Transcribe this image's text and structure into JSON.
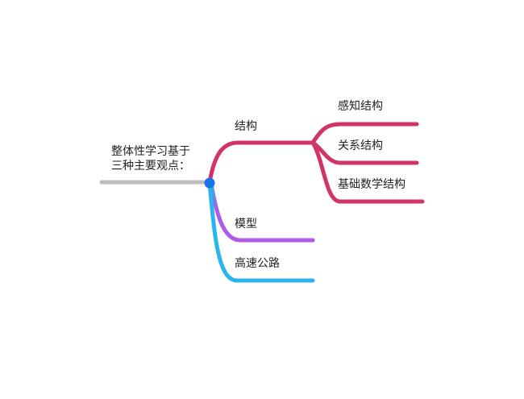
{
  "mindmap": {
    "root": {
      "line1": "整体性学习基于",
      "line2": "三种主要观点："
    },
    "branches": [
      {
        "label": "结构",
        "color": "#d13567",
        "children": [
          {
            "label": "感知结构"
          },
          {
            "label": "关系结构"
          },
          {
            "label": "基础数学结构"
          }
        ]
      },
      {
        "label": "模型",
        "color": "#b05be8"
      },
      {
        "label": "高速公路",
        "color": "#2bb5ec"
      }
    ],
    "colors": {
      "root_line": "#bdbdbd",
      "root_dot": "#1a73e8"
    }
  }
}
